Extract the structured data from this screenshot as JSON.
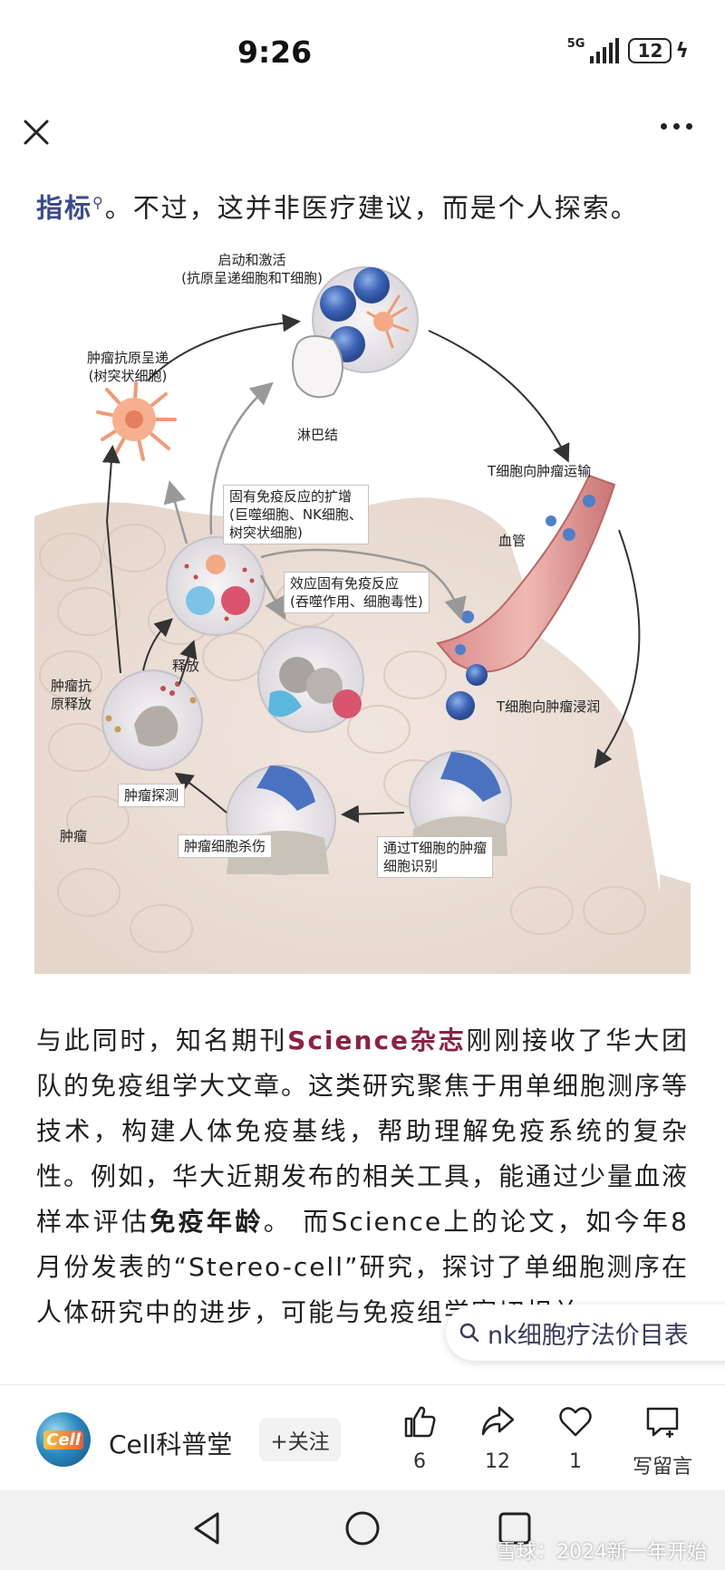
{
  "status": {
    "time": "9:26",
    "network": "5G",
    "battery": "12"
  },
  "article": {
    "top_line_keyword": "指标",
    "top_line_rest": "。不过，这并非医疗建议，而是个人探索。",
    "paragraph": {
      "t1": "与此同时，知名期刊",
      "kw1": "Science杂志",
      "t2": "刚刚接收了华大团队的免疫组学大文章。这类研究聚焦于用单细胞测序等技术，构建人体免疫基线，帮助理解免疫系统的复杂性。例如，华大近期发布的相关工具，能通过少量血液样本评估",
      "kw2": "免疫年龄",
      "t3": "。 而Science上的论文，如今年8月份发表的“Stereo-cell”研究，探讨了单细胞测序在人体研究中的进步，可能与免疫组学密切相关。"
    }
  },
  "figure": {
    "labels": {
      "activation": "启动和激活\n(抗原呈递细胞和T细胞)",
      "presentation": "肿瘤抗原呈递\n(树突状细胞)",
      "lymph_node": "淋巴结",
      "transport": "T细胞向肿瘤运输",
      "vessel": "血管",
      "innate_expansion": "固有免疫反应的扩增\n(巨噬细胞、NK细胞、\n树突状细胞)",
      "effector_innate": "效应固有免疫反应\n(吞噬作用、细胞毒性)",
      "release": "释放",
      "antigen_release": "肿瘤抗\n原释放",
      "infiltration": "T细胞向肿瘤浸润",
      "detection": "肿瘤探测",
      "tumor": "肿瘤",
      "killing": "肿瘤细胞杀伤",
      "recognition": "通过T细胞的肿瘤\n细胞识别"
    }
  },
  "search_suggestion": "nk细胞疗法价目表",
  "bottom_bar": {
    "author": "Cell科普堂",
    "avatar_text": "Cell",
    "follow": "+关注",
    "like_count": "6",
    "share_count": "12",
    "favorite_count": "1",
    "comment_label": "写留言"
  },
  "watermark": "雪球：2024新一年开始",
  "colors": {
    "keyword_blue": "#3c4a8a",
    "keyword_red": "#8a2246"
  }
}
